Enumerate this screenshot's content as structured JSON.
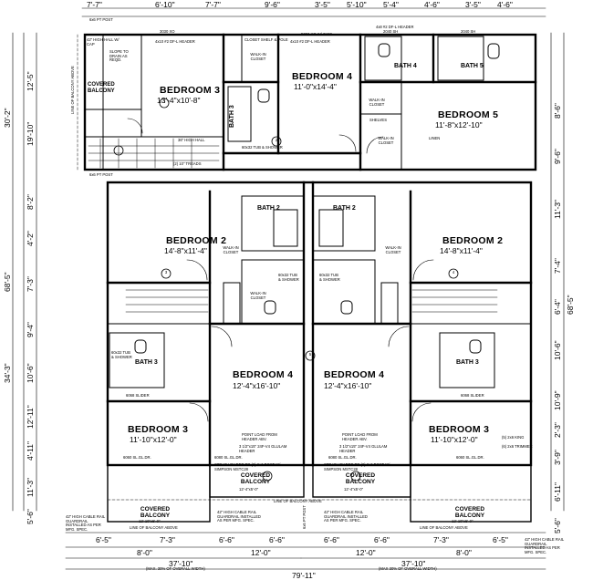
{
  "dims": {
    "top": [
      "7'-7\"",
      "6'-10\"",
      "7'-7\"",
      "9'-6\"",
      "3'-5\"",
      "5'-10\"",
      "5'-4\"",
      "4'-6\"",
      "3'-5\"",
      "4'-6\""
    ],
    "left": [
      "12'-5\"",
      "19'-10\"",
      "8'-2\"",
      "4'-2\"",
      "7'-3\"",
      "9'-4\"",
      "10'-6\"",
      "12'-11\"",
      "4'-11\"",
      "11'-3\"",
      "5'-6\""
    ],
    "left_outer": [
      "30'-2\"",
      "68'-5\"",
      "34'-3\""
    ],
    "right": [
      "8'-6\"",
      "9'-6\"",
      "11'-3\"",
      "7'-4\"",
      "6'-4\"",
      "10'-6\"",
      "10'-9\"",
      "2'-3\"",
      "3'-9\"",
      "6'-11\"",
      "5'-6\""
    ],
    "right_outer": [
      "68'-5\""
    ],
    "bottom1": [
      "6'-5\"",
      "7'-3\"",
      "6'-6\"",
      "6'-6\"",
      "6'-6\"",
      "6'-6\"",
      "7'-3\"",
      "6'-5\""
    ],
    "bottom2": [
      "8'-0\"",
      "12'-0\"",
      "12'-0\"",
      "8'-0\""
    ],
    "bottom3": "37'-10\"",
    "bottom3_note": "(MAX. 30% OF OVERALL WIDTH)",
    "bottom4": "37'-10\"",
    "bottom4_note": "(MAX 30% OF OVERALL WIDTH)",
    "bottom_total": "79'-11\""
  },
  "rooms": {
    "bedroom3_top": {
      "name": "BEDROOM 3",
      "size": "13'-4\"x10'-8\""
    },
    "bedroom4_top": {
      "name": "BEDROOM 4",
      "size": "11'-0\"x14'-4\""
    },
    "bedroom5": {
      "name": "BEDROOM 5",
      "size": "11'-8\"x12'-10\""
    },
    "bedroom2_left": {
      "name": "BEDROOM 2",
      "size": "14'-8\"x11'-4\""
    },
    "bedroom2_right": {
      "name": "BEDROOM 2",
      "size": "14'-8\"x11'-4\""
    },
    "bedroom4_left": {
      "name": "BEDROOM 4",
      "size": "12'-4\"x16'-10\""
    },
    "bedroom4_right": {
      "name": "BEDROOM 4",
      "size": "12'-4\"x16'-10\""
    },
    "bedroom3_left": {
      "name": "BEDROOM 3",
      "size": "11'-10\"x12'-0\""
    },
    "bedroom3_right": {
      "name": "BEDROOM 3",
      "size": "11'-10\"x12'-0\""
    },
    "balcony_top": {
      "name": "COVERED BALCONY"
    },
    "balcony_left": {
      "name": "COVERED BALCONY",
      "size": "12'-10\"x5'-0\""
    },
    "balcony_right": {
      "name": "COVERED BALCONY",
      "size": "12'-10\"x5'-0\""
    },
    "balcony_mid_left": {
      "name": "COVERED BALCONY",
      "size": "12'-4\"x5'-0\""
    },
    "balcony_mid_right": {
      "name": "COVERED BALCONY",
      "size": "12'-4\"x5'-0\""
    }
  },
  "baths": {
    "bath3_top": "BATH 3",
    "bath4": "BATH 4",
    "bath5": "BATH 5",
    "bath2_left": "BATH 2",
    "bath2_right": "BATH 2",
    "bath3_left": "BATH 3",
    "bath3_right": "BATH 3"
  },
  "closets": {
    "walkin_a": "WALK-IN CLOSET",
    "walkin_b": "WALK-IN CLOSET",
    "walkin_c": "WALK-IN CLOSET",
    "walkin_d": "WALK-IN CLOSET",
    "walkin_e": "WALK-IN CLOSET",
    "walkin_f": "WALK-IN CLOSET",
    "shelves": "SHELVES"
  },
  "notes": {
    "post_top": "6x6 PT POST",
    "rail_top": "42\" HIGH HALL W/ CAP",
    "slope_drain": "SLOPE TO DRAIN AS REQD.",
    "balcony_above": "LINE OF BALCONY ABOVE",
    "header_a": "4x10 #2 DF-L HEADER",
    "header_b": "4x10 #2 DF-L HEADER",
    "header_c": "4x8 #2 DF-L HEADER",
    "window_a": "3030 XO",
    "window_b": "5050 XO W/ 2X2S",
    "window_c": "2040 SH",
    "window_d": "2040 SH",
    "hall_rail": "36\" HIGH HALL",
    "treads": "(2) 10\" TREADS",
    "post_mid": "6x6 PT POST",
    "tub_left": "60x32 TUB & SHOWER",
    "tub_right": "60x32 TUB & SHOWER",
    "tub_top": "60x32 TUB & SHOWER",
    "tub_b3": "60x32 TUB & SHOWER",
    "door_left": "6068 SLIDER",
    "door_right": "6068 SLIDER",
    "door_bal_left": "6060 SL.GL.DR.",
    "door_bal_right": "6060 SL.GL.DR.",
    "door_mid_left": "6080 SL.GL.DR.",
    "door_mid_right": "6080 SL.GL.DR.",
    "strap_left": "STRAP HEADER TO (2) 2x6 POST W/ SIMPSON MSTC28",
    "strap_right": "STRAP HEADER TO (2) 2x6 POST W/ SIMPSON MSTC28",
    "point_load_left": "POINT LOAD FROM HEADER ABV.",
    "point_load_right": "POINT LOAD FROM HEADER ABV.",
    "glulam_left": "3 1/2\"x15\" 24F-V4 GLULAM HEADER",
    "glulam_right": "3 1/2\"x15\" 24F-V4 GLULAM HEADER",
    "trimmer": "(6) 2x6 TRIMMER",
    "king": "(5) 2x6 KING",
    "rail_left": "42\" HIGH CABLE RAIL GUARDRAIL INSTALLED AS PER MFG. SPEC.",
    "rail_right": "42\" HIGH CABLE RAIL GUARDRAIL INSTALLED AS PER MFG. SPEC.",
    "rail_mid_left": "42\" HIGH CABLE RAIL GUARDRAIL INSTALLED AS PER MFG. SPEC.",
    "rail_mid_right": "42\" HIGH CABLE RAIL GUARDRAIL INSTALLED AS PER MFG. SPEC.",
    "post_bottom": "6x6 PT POST",
    "balcony_line_left": "LINE OF BALCONY ABOVE",
    "balcony_line_mid": "LINE OF BALCONY ABOVE",
    "balcony_line_right": "LINE OF BALCONY ABOVE",
    "closet_shelf": "CLOSET SHELF & POLE",
    "linen": "LINEN"
  },
  "section_marks": [
    "1",
    "2",
    "3",
    "4",
    "5"
  ],
  "colors": {
    "ink": "#000000",
    "paper": "#ffffff",
    "gray": "#555555"
  }
}
